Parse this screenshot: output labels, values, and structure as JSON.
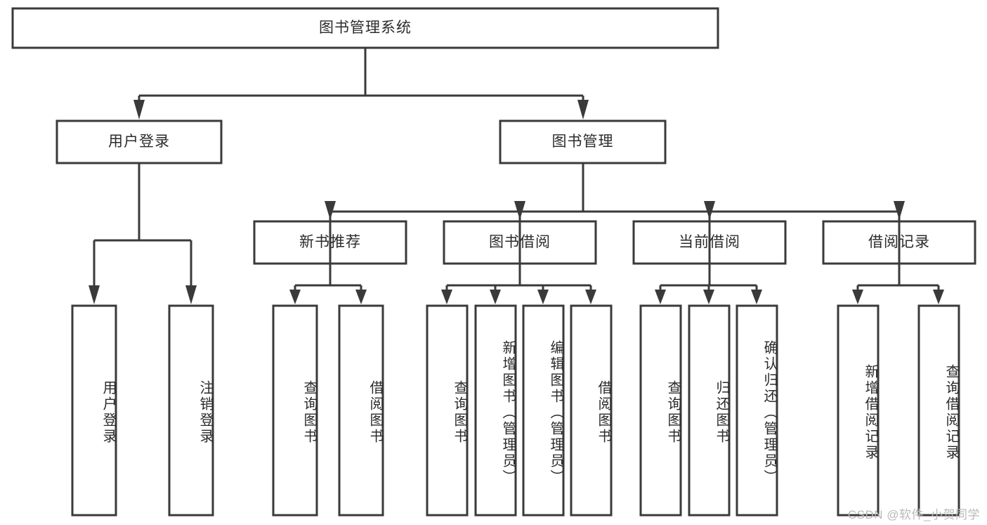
{
  "diagram": {
    "title": "图书管理系统",
    "type": "tree-hierarchy",
    "watermark": "CSDN @软件_小贺同学",
    "colors": {
      "stroke": "#3a3a3a",
      "fill": "#ffffff",
      "text": "#2b2b2b",
      "watermark": "#b9b9b9"
    },
    "nodes": {
      "root": {
        "label": "图书管理系统"
      },
      "level2": [
        {
          "id": "user-login",
          "label": "用户登录"
        },
        {
          "id": "book-manage",
          "label": "图书管理"
        }
      ],
      "level3": [
        {
          "id": "new-book-recommend",
          "label": "新书推荐"
        },
        {
          "id": "book-borrow",
          "label": "图书借阅"
        },
        {
          "id": "current-borrow",
          "label": "当前借阅"
        },
        {
          "id": "borrow-record",
          "label": "借阅记录"
        }
      ],
      "leaves": {
        "user-login": [
          {
            "id": "leaf-user-login",
            "label": "用户登录"
          },
          {
            "id": "leaf-logout",
            "label": "注销登录"
          }
        ],
        "new-book-recommend": [
          {
            "id": "leaf-query-book-1",
            "label": "查询图书"
          },
          {
            "id": "leaf-borrow-book-1",
            "label": "借阅图书"
          }
        ],
        "book-borrow": [
          {
            "id": "leaf-query-book-2",
            "label": "查询图书"
          },
          {
            "id": "leaf-add-book",
            "label": "新增图书（管理员）"
          },
          {
            "id": "leaf-edit-book",
            "label": "编辑图书（管理员）"
          },
          {
            "id": "leaf-borrow-book-2",
            "label": "借阅图书"
          }
        ],
        "current-borrow": [
          {
            "id": "leaf-query-book-3",
            "label": "查询图书"
          },
          {
            "id": "leaf-return-book",
            "label": "归还图书"
          },
          {
            "id": "leaf-confirm-return",
            "label": "确认归还（管理员）"
          }
        ],
        "borrow-record": [
          {
            "id": "leaf-add-record",
            "label": "新增借阅记录"
          },
          {
            "id": "leaf-query-record",
            "label": "查询借阅记录"
          }
        ]
      }
    }
  }
}
